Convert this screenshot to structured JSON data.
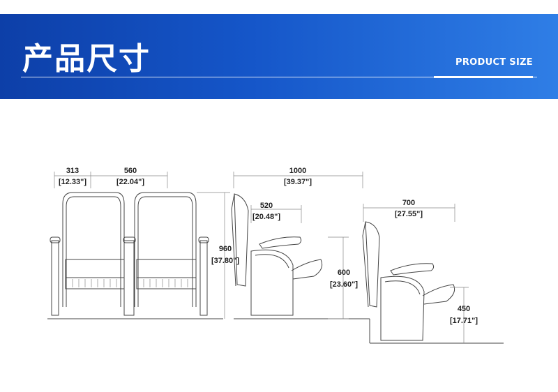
{
  "header": {
    "title": "产品尺寸",
    "subtitle": "PRODUCT SIZE"
  },
  "dimensions": {
    "armrest_width": {
      "mm": "313",
      "inch": "[12.33\"]"
    },
    "seat_width": {
      "mm": "560",
      "inch": "[22.04\"]"
    },
    "overall_height": {
      "mm": "960",
      "inch": "[37.80\"]"
    },
    "depth_folded": {
      "mm": "520",
      "inch": "[20.48\"]"
    },
    "depth_open": {
      "mm": "1000",
      "inch": "[39.37\"]"
    },
    "armrest_height": {
      "mm": "600",
      "inch": "[23.60\"]"
    },
    "step_depth": {
      "mm": "700",
      "inch": "[27.55\"]"
    },
    "seat_height": {
      "mm": "450",
      "inch": "[17.71\"]"
    }
  },
  "colors": {
    "banner_start": "#0d3fa8",
    "banner_end": "#2f7ee6",
    "line": "#444444"
  }
}
